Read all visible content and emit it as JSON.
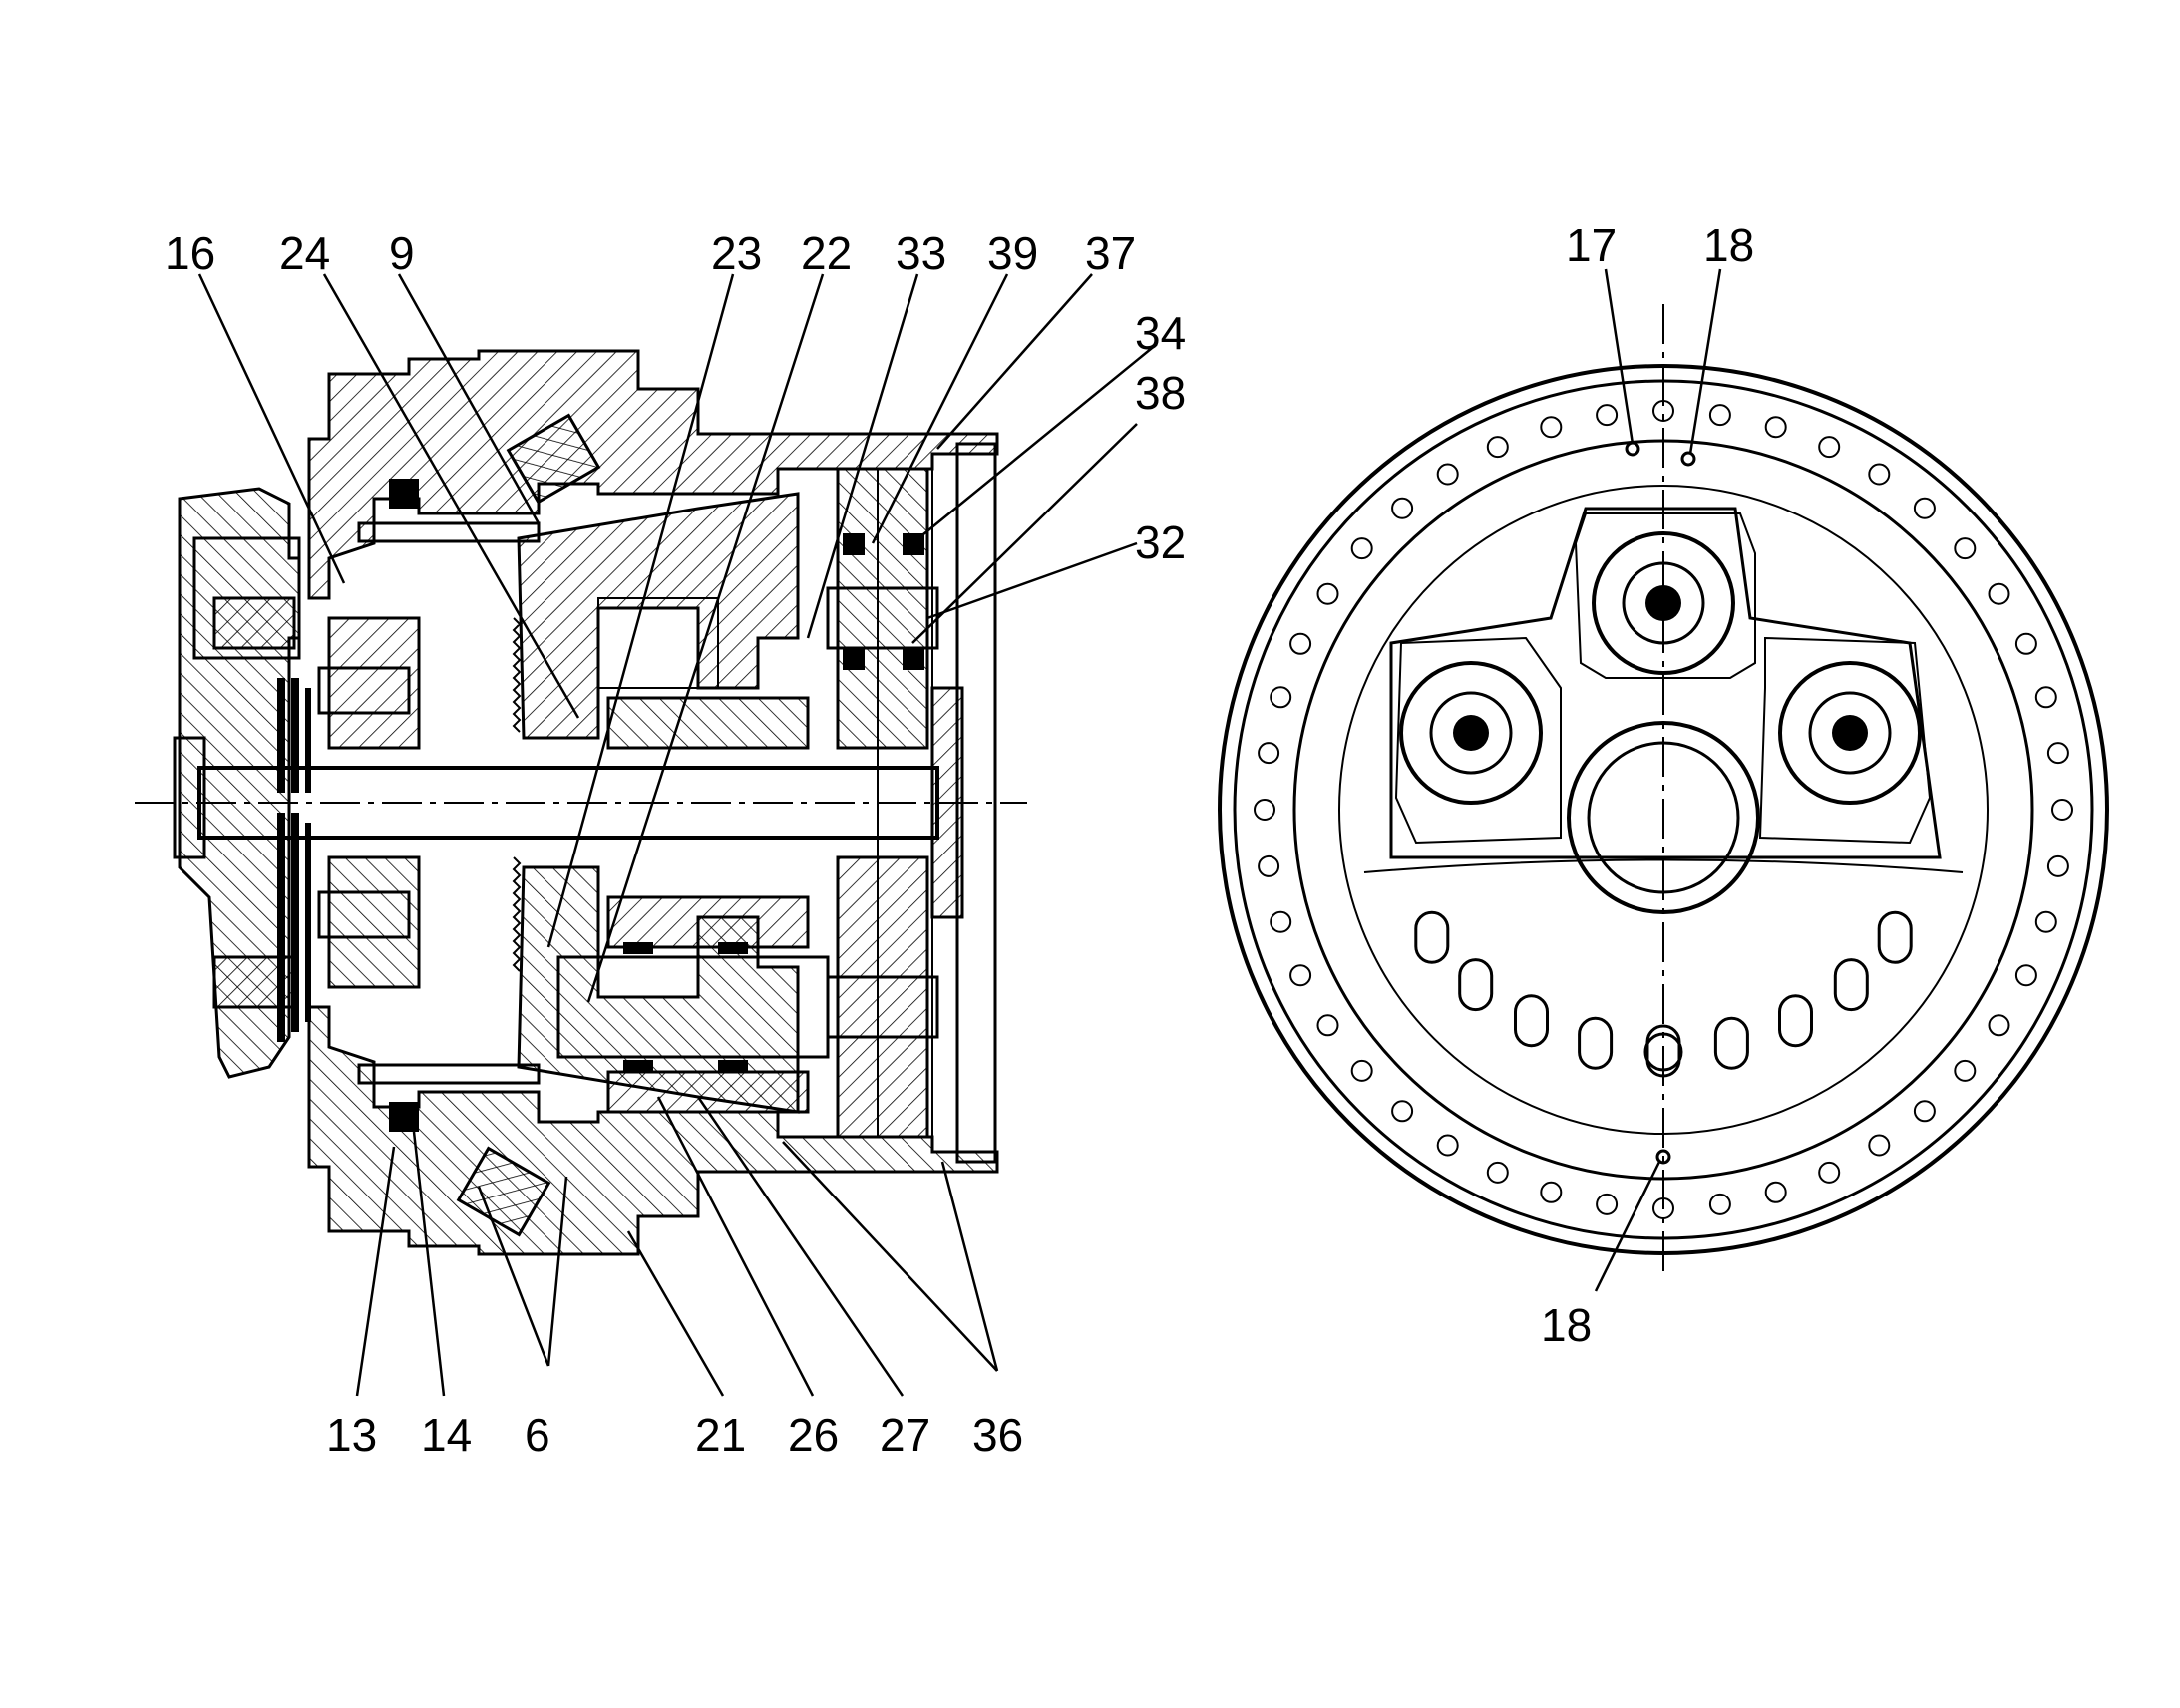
{
  "labels": {
    "l16": "16",
    "l24": "24",
    "l9": "9",
    "l23": "23",
    "l22": "22",
    "l33": "33",
    "l39": "39",
    "l37": "37",
    "l34": "34",
    "l38": "38",
    "l32": "32",
    "l13": "13",
    "l14": "14",
    "l6": "6",
    "l21": "21",
    "l26": "26",
    "l27": "27",
    "l36": "36",
    "l17": "17",
    "l18a": "18",
    "l18b": "18"
  }
}
